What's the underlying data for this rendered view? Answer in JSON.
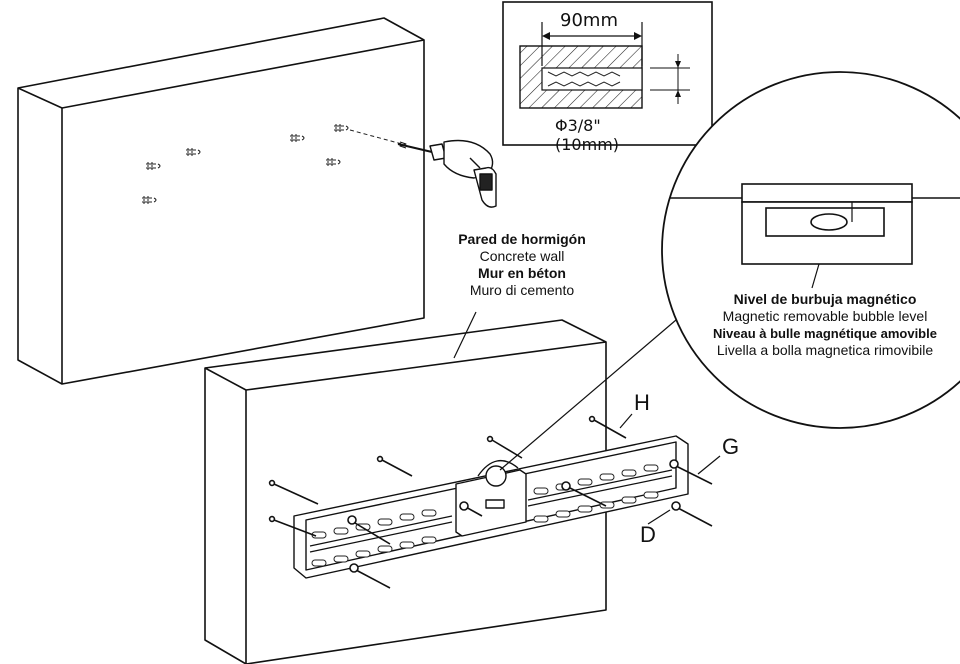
{
  "wall_label": {
    "es": "Pared de hormigón",
    "en": "Concrete wall",
    "fr": "Mur en béton",
    "it": "Muro di cemento"
  },
  "level_label": {
    "es": "Nivel de burbuja magnético",
    "en": "Magnetic removable bubble level",
    "fr": "Niveau à bulle magnétique amovible",
    "it": "Livella a bolla magnetica rimovibile"
  },
  "drill_detail": {
    "depth": "90mm",
    "diameter": "Φ3/8\"(10mm)"
  },
  "part_labels": {
    "h": "H",
    "g": "G",
    "d": "D"
  }
}
